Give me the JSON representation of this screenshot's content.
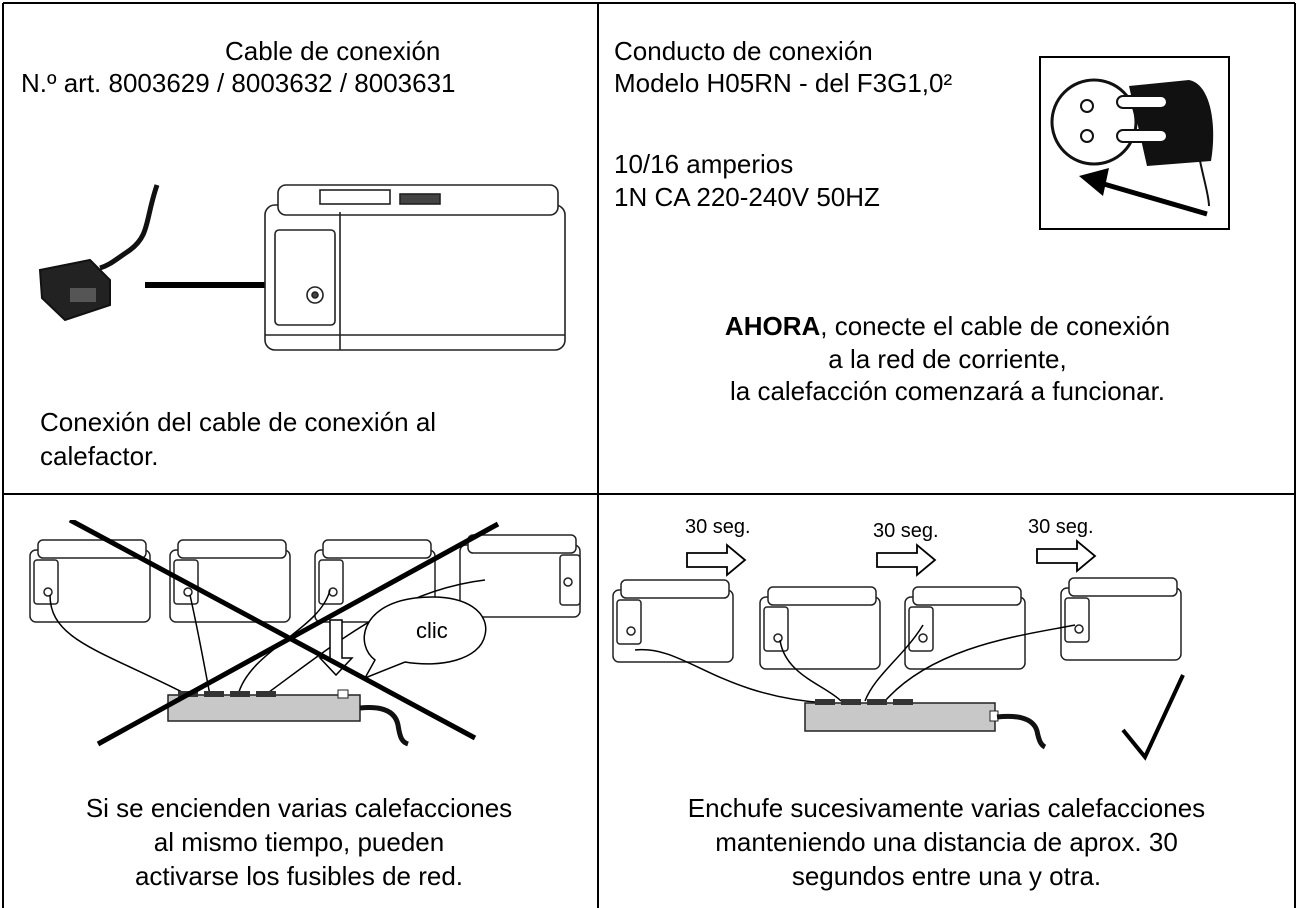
{
  "colors": {
    "line": "#000000",
    "strip": "#c8c8c8"
  },
  "cell_top_left": {
    "title": "Cable de conexión",
    "art_line": "N.º art. 8003629 / 8003632 / 8003631",
    "caption_line1": "Conexión del cable de conexión al",
    "caption_line2": "calefactor.",
    "icons": [
      "power-cable-icon",
      "arrow-right-icon",
      "heater-box-icon"
    ]
  },
  "cell_top_right": {
    "line1": "Conducto de conexión",
    "line2": "Modelo H05RN - del F3G1,0²",
    "line3": "10/16 amperios",
    "line4": "1N CA 220-240V 50HZ",
    "notice_bold": "AHORA",
    "notice_rest": ", conecte el cable de conexión",
    "notice_line2": "a la red de corriente,",
    "notice_line3": "la calefacción comenzará a funcionar.",
    "icons": [
      "plug-icon",
      "arrow-up-left-icon"
    ]
  },
  "cell_bottom_left": {
    "bubble_text": "clic",
    "caption_line1": "Si se encienden varias calefacciones",
    "caption_line2": "al mismo tiempo, pueden",
    "caption_line3": "activarse los fusibles de red.",
    "icons": [
      "heater-box-icon",
      "power-strip-icon",
      "cross-icon",
      "speech-bubble-icon",
      "arrow-down-icon"
    ]
  },
  "cell_bottom_right": {
    "delay_labels": [
      "30 seg.",
      "30 seg.",
      "30 seg."
    ],
    "caption_line1": "Enchufe sucesivamente varias calefacciones",
    "caption_line2": "manteniendo una distancia de aprox. 30",
    "caption_line3": "segundos entre una y otra.",
    "icons": [
      "heater-box-icon",
      "power-strip-icon",
      "arrow-right-outline-icon",
      "checkmark-icon"
    ]
  }
}
